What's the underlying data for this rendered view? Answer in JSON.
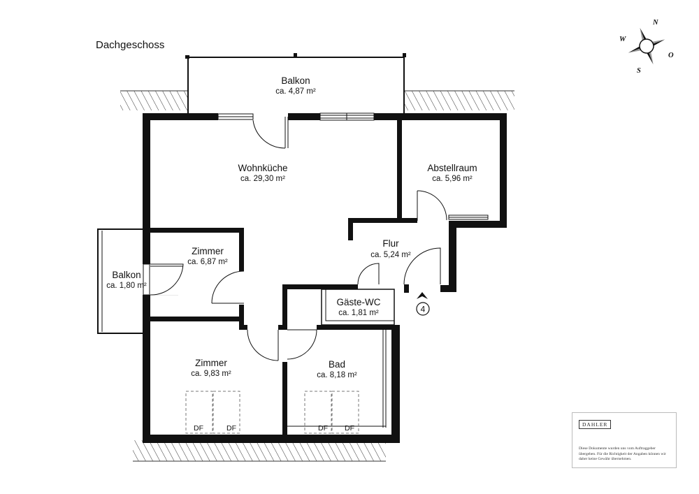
{
  "title": "Dachgeschoss",
  "rooms": [
    {
      "name": "Balkon",
      "area": "ca. 4,87 m²"
    },
    {
      "name": "Wohnküche",
      "area": "ca. 29,30 m²"
    },
    {
      "name": "Abstellraum",
      "area": "ca. 5,96 m²"
    },
    {
      "name": "Zimmer",
      "area": "ca. 6,87 m²"
    },
    {
      "name": "Flur",
      "area": "ca. 5,24 m²"
    },
    {
      "name": "Balkon",
      "area": "ca. 1,80 m²"
    },
    {
      "name": "Gäste-WC",
      "area": "ca. 1,81 m²"
    },
    {
      "name": "Zimmer",
      "area": "ca. 9,83 m²"
    },
    {
      "name": "Bad",
      "area": "ca. 8,18 m²"
    }
  ],
  "skylight_label": "DF",
  "entrance_number": "4",
  "compass": {
    "n": "N",
    "o": "O",
    "s": "S",
    "w": "W"
  },
  "brand": "DAHLER",
  "disclaimer": "Diese Dokumente wurden uns vom Auftraggeber übergeben. Für die Richtigkeit der Angaben können wir daher keine Gewähr übernehmen."
}
